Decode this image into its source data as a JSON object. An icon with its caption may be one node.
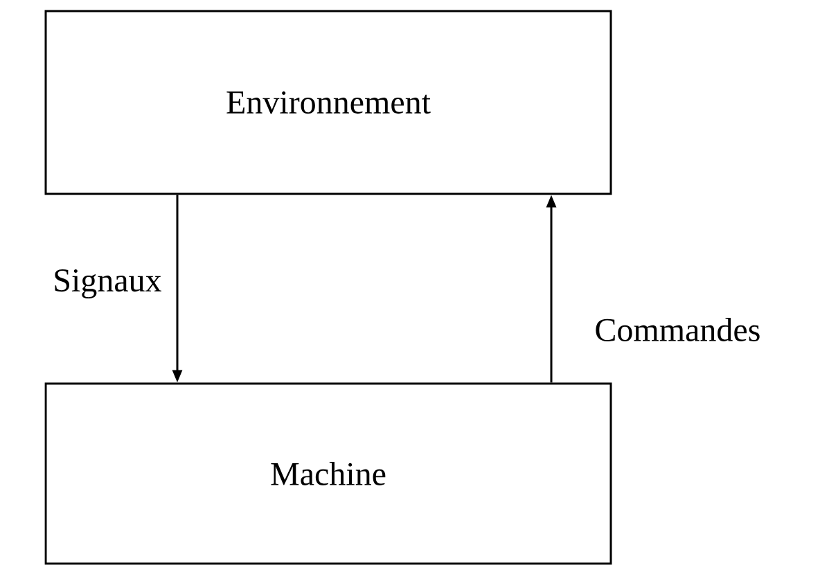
{
  "diagram": {
    "nodes": [
      {
        "text": [
          "Environnement"
        ]
      },
      {
        "text": [
          "Machine"
        ]
      }
    ],
    "edges": [
      {
        "from": 0,
        "to": 1,
        "arrow": "to",
        "label": "Signaux"
      },
      {
        "from": 1,
        "to": 0,
        "arrow": "to",
        "label": "Commandes"
      }
    ]
  }
}
